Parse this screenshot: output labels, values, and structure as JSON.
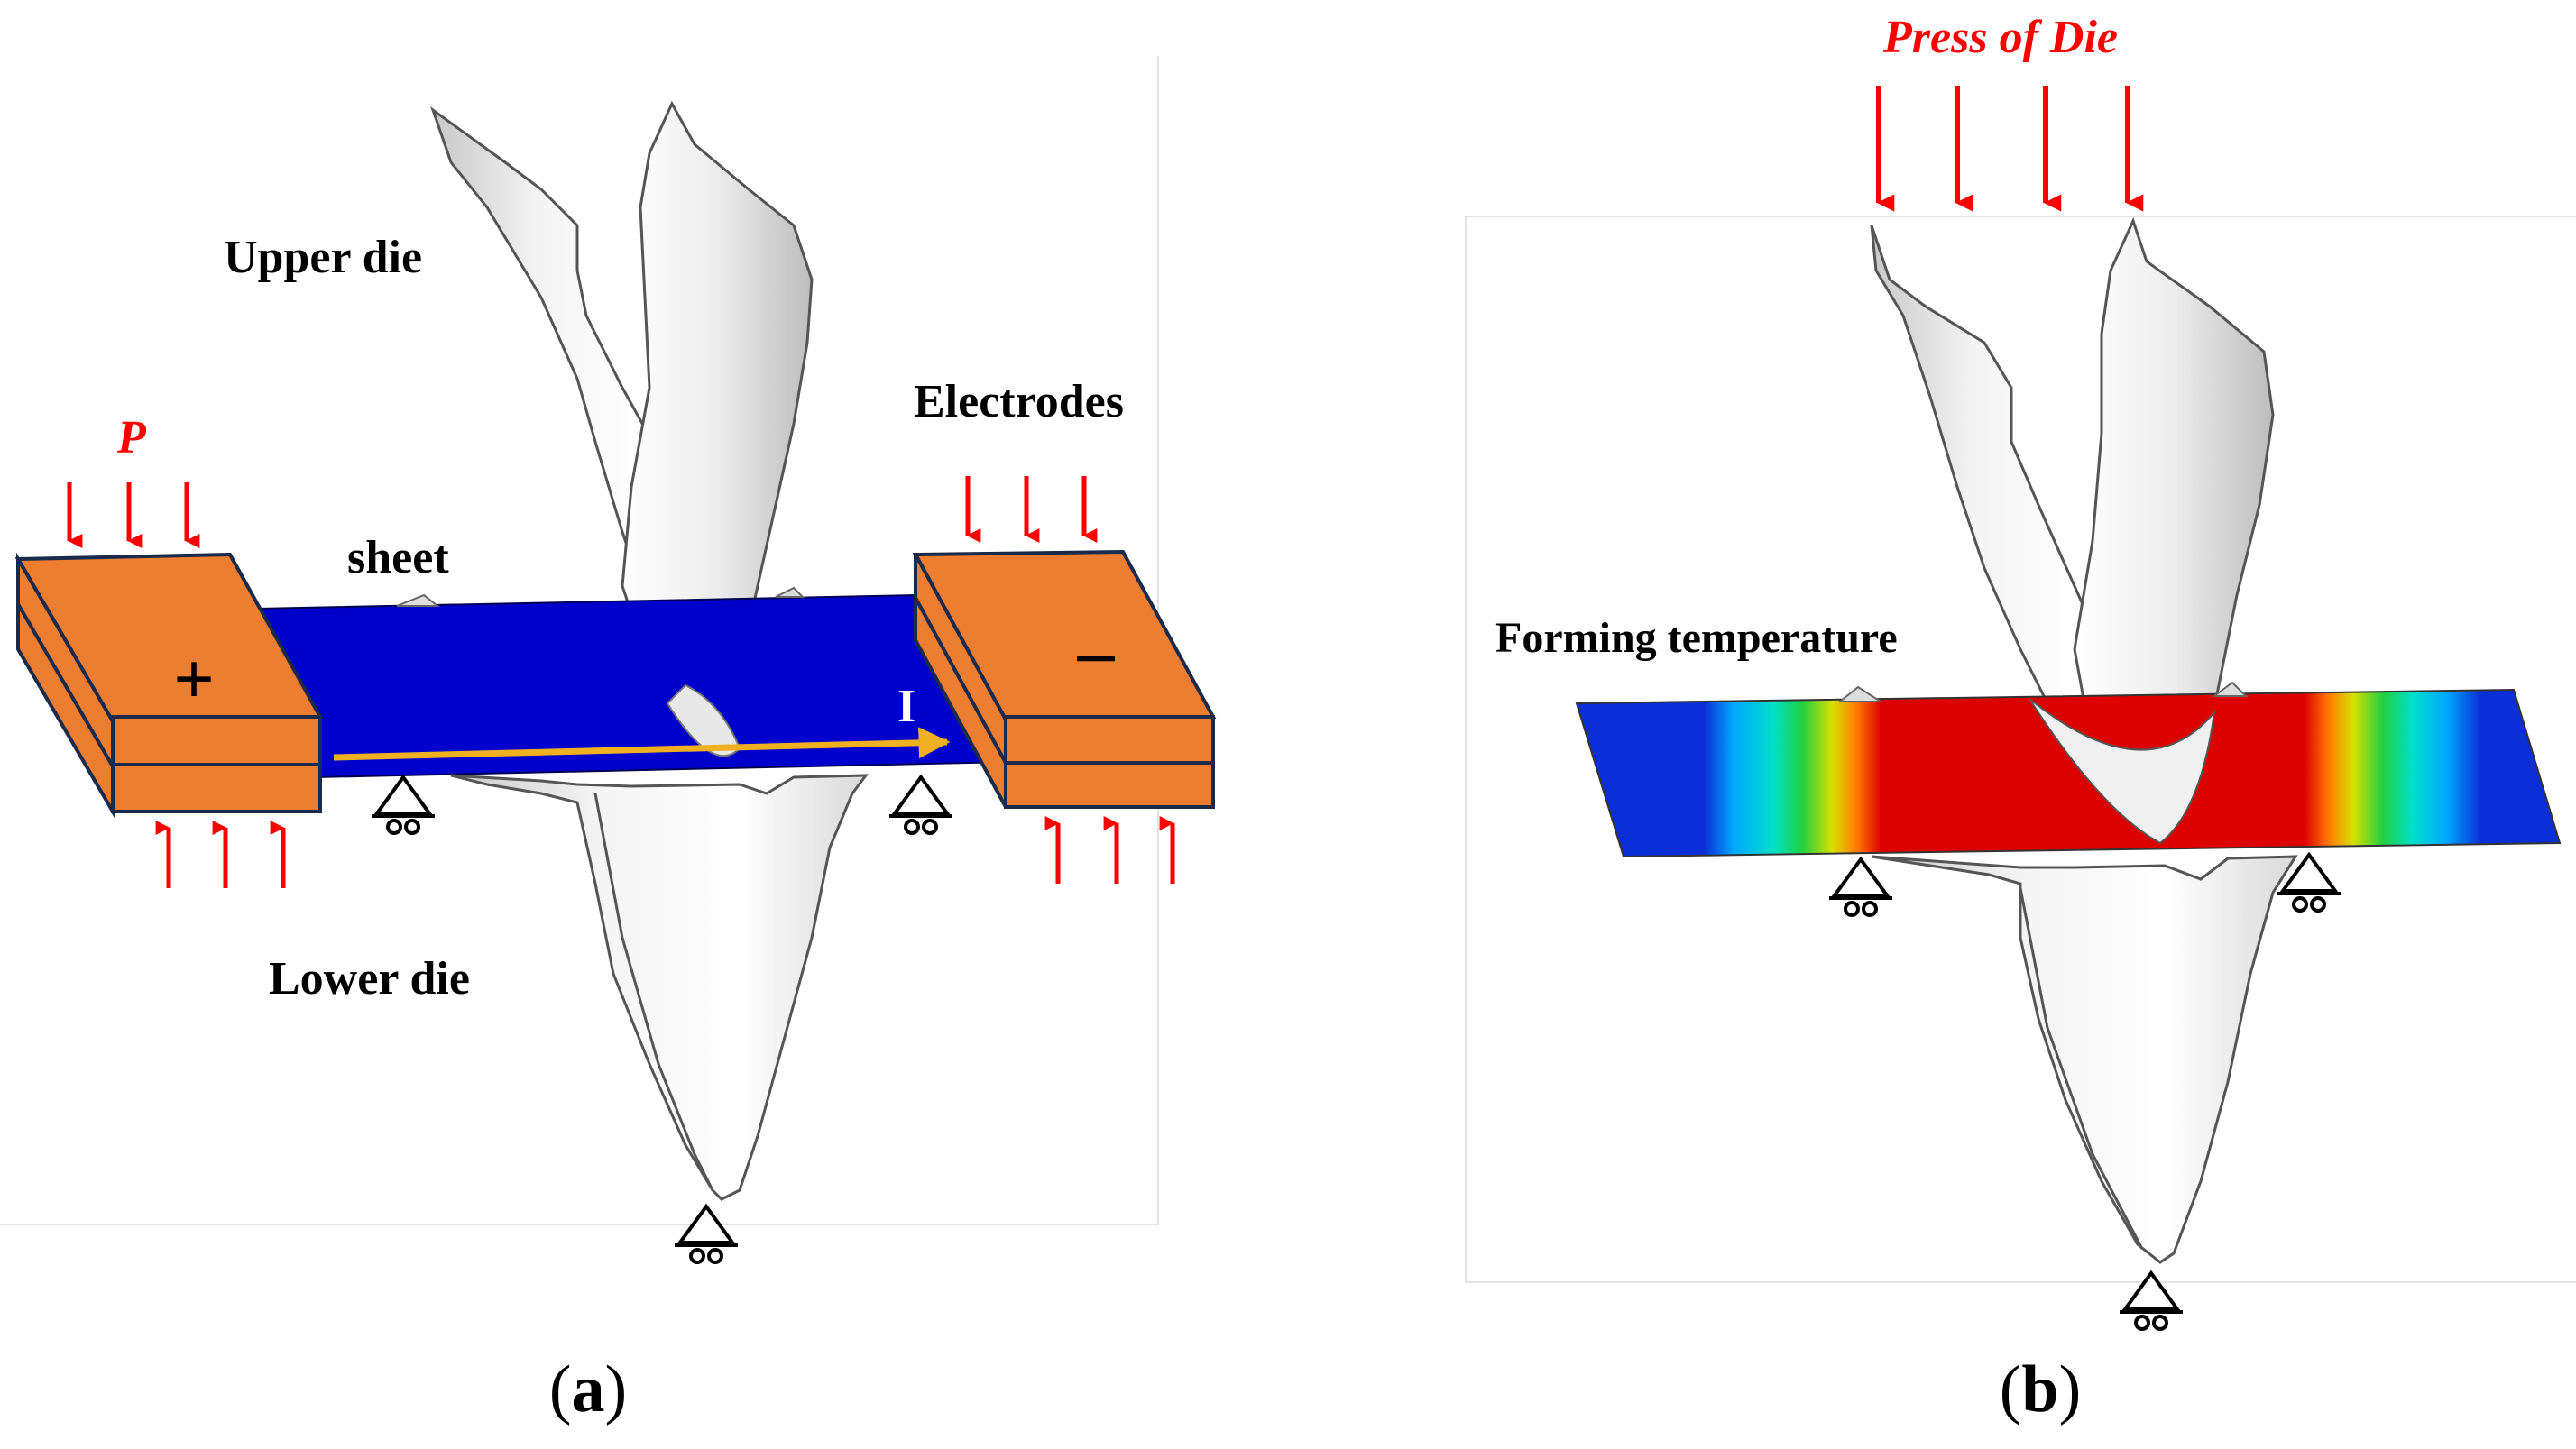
{
  "panel_a": {
    "labels": {
      "upper_die": "Upper die",
      "lower_die": "Lower die",
      "sheet": "sheet",
      "electrodes": "Electrodes",
      "pressure": "P",
      "positive": "+",
      "negative": "−",
      "current": "I"
    },
    "caption_open": "(",
    "caption_letter": "a",
    "caption_close": ")"
  },
  "panel_b": {
    "labels": {
      "press_of_die": "Press of  Die",
      "forming_temperature": "Forming temperature"
    },
    "caption_open": "(",
    "caption_letter": "b",
    "caption_close": ")"
  },
  "colors": {
    "electrode": "#ed7d31",
    "sheet": "#0000cc",
    "arrow": "#ff0000",
    "current_arrow": "#f0b020",
    "hot_zone": "#dd0000"
  }
}
